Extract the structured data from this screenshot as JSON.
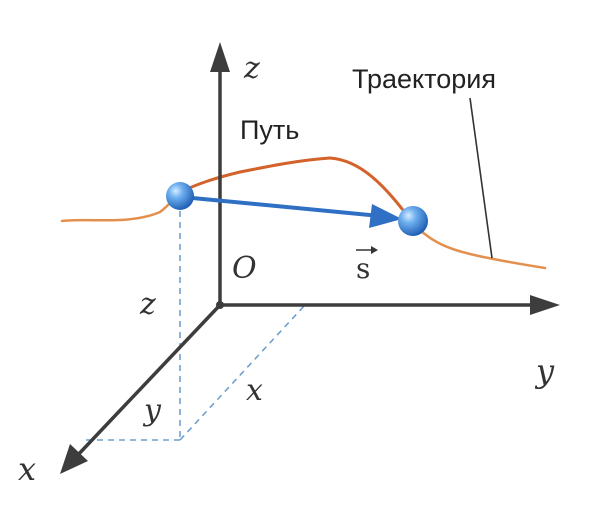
{
  "labels": {
    "trajectory": "Траектория",
    "path": "Путь",
    "displacement": "s",
    "origin": "O",
    "axis_x": "x",
    "axis_y": "y",
    "axis_z": "z",
    "proj_x": "x",
    "proj_y": "y",
    "proj_z": "z"
  },
  "colors": {
    "axis": "#3d3d3d",
    "trajectory": "#e08a4a",
    "path_highlight": "#d4602a",
    "displacement_vector": "#2f6fc4",
    "ball": "#3f86dc",
    "dashed": "#6f9fd0"
  }
}
